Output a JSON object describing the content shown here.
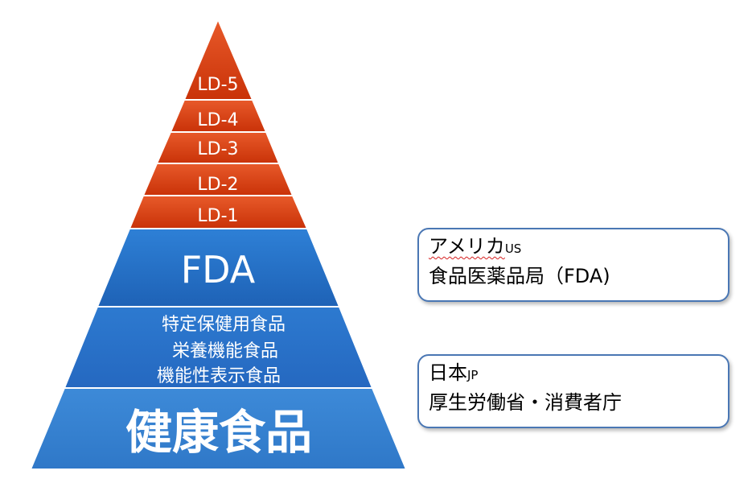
{
  "pyramid": {
    "levels": [
      {
        "key": "ld5",
        "label": "LD-5"
      },
      {
        "key": "ld4",
        "label": "LD-4"
      },
      {
        "key": "ld3",
        "label": "LD-3"
      },
      {
        "key": "ld2",
        "label": "LD-2"
      },
      {
        "key": "ld1",
        "label": "LD-1"
      },
      {
        "key": "fda",
        "label": "FDA"
      },
      {
        "key": "japan",
        "lines": [
          "特定保健用食品",
          "栄養機能食品",
          "機能性表示食品"
        ]
      },
      {
        "key": "health",
        "label": "健康食品"
      }
    ],
    "colors": {
      "red_top": "#e85a2a",
      "red_bottom": "#c93208",
      "blue_fda_top": "#2e7fd4",
      "blue_fda_bottom": "#1f63b8",
      "blue_mid": "#2a76cc",
      "blue_base": "#3a86d3"
    }
  },
  "boxes": {
    "us": {
      "line1": "アメリカ",
      "line1_suffix": "US",
      "line2": "食品医薬品局（FDA)"
    },
    "jp": {
      "line1": "日本",
      "line1_suffix": "JP",
      "line2": "厚生労働省・消費者庁"
    }
  }
}
